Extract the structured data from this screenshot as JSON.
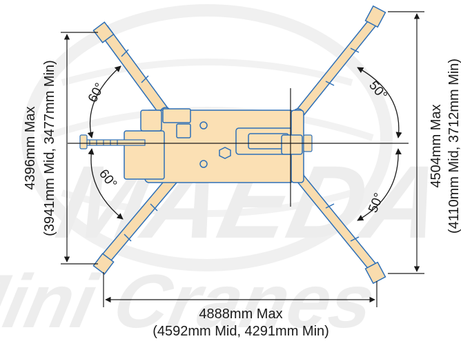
{
  "watermark": {
    "brand": "MAEDA",
    "product": "Mini Cranes"
  },
  "dimensions": {
    "left_height": {
      "max": "4396mm Max",
      "detail": "(3941mm Mid, 3477mm Min)"
    },
    "right_height": {
      "max": "4504mm Max",
      "detail": "(4110mm Mid, 3712mm Min)"
    },
    "bottom_width": {
      "max": "4888mm Max",
      "detail": "(4592mm Mid, 4291mm Min)"
    }
  },
  "angles": {
    "upper_left": "60°",
    "lower_left": "60°",
    "upper_right": "50°",
    "lower_right": "50°"
  },
  "colors": {
    "outrigger_fill": "#f9dcae",
    "outrigger_stroke": "#2d6fb7",
    "body_fill": "#fbe0b4",
    "line": "#1a1a1a",
    "watermark": "#ececec"
  }
}
